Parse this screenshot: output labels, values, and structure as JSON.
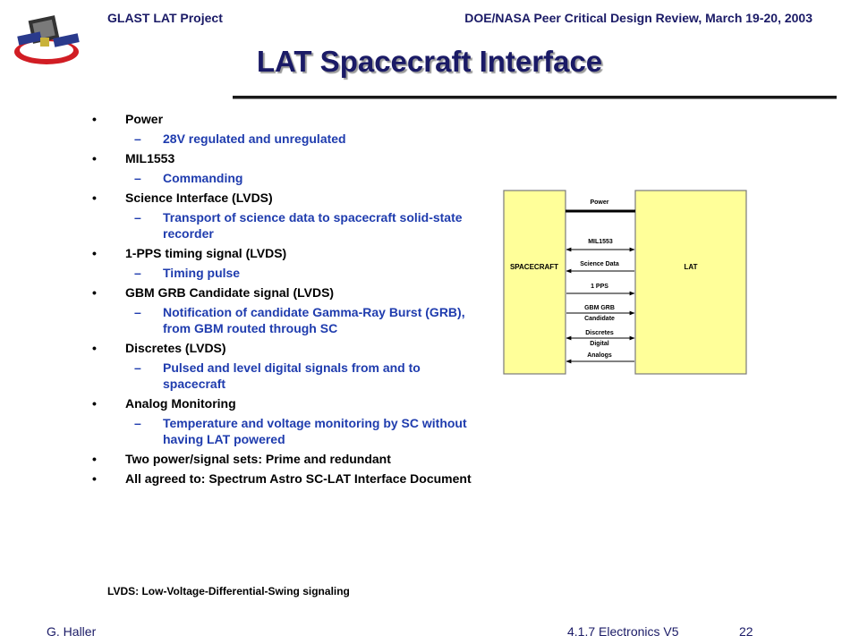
{
  "header": {
    "left": "GLAST LAT Project",
    "right": "DOE/NASA Peer Critical Design Review, March 19-20, 2003"
  },
  "title": "LAT Spacecraft Interface",
  "bullets": [
    {
      "text": "Power",
      "sub": [
        "28V regulated and unregulated"
      ]
    },
    {
      "text": "MIL1553",
      "sub": [
        "Commanding"
      ]
    },
    {
      "text": "Science Interface (LVDS)",
      "sub": [
        "Transport of science data to spacecraft solid-state recorder"
      ]
    },
    {
      "text": "1-PPS timing signal (LVDS)",
      "sub": [
        "Timing pulse"
      ]
    },
    {
      "text": "GBM GRB Candidate signal (LVDS)",
      "sub": [
        "Notification of candidate Gamma-Ray Burst (GRB), from GBM routed through SC"
      ]
    },
    {
      "text": "Discretes (LVDS)",
      "sub": [
        "Pulsed and level digital signals from and to spacecraft"
      ]
    },
    {
      "text": "Analog Monitoring",
      "sub": [
        "Temperature and voltage monitoring by SC without having LAT powered"
      ]
    },
    {
      "text": "Two power/signal sets: Prime and redundant",
      "sub": []
    },
    {
      "text": "All agreed to: Spectrum Astro SC-LAT Interface Document",
      "sub": []
    }
  ],
  "diagram": {
    "left_box": "SPACECRAFT",
    "right_box": "LAT",
    "signals": [
      "Power",
      "MIL1553",
      "Science Data",
      "1 PPS",
      "GBM GRB",
      "Candidate",
      "Discretes",
      "Digital",
      "Analogs"
    ],
    "box_fill": "#ffff99"
  },
  "footnote": "LVDS: Low-Voltage-Differential-Swing  signaling",
  "footer": {
    "author": "G. Haller",
    "section": "4.1.7 Electronics  V5",
    "page": "22"
  }
}
